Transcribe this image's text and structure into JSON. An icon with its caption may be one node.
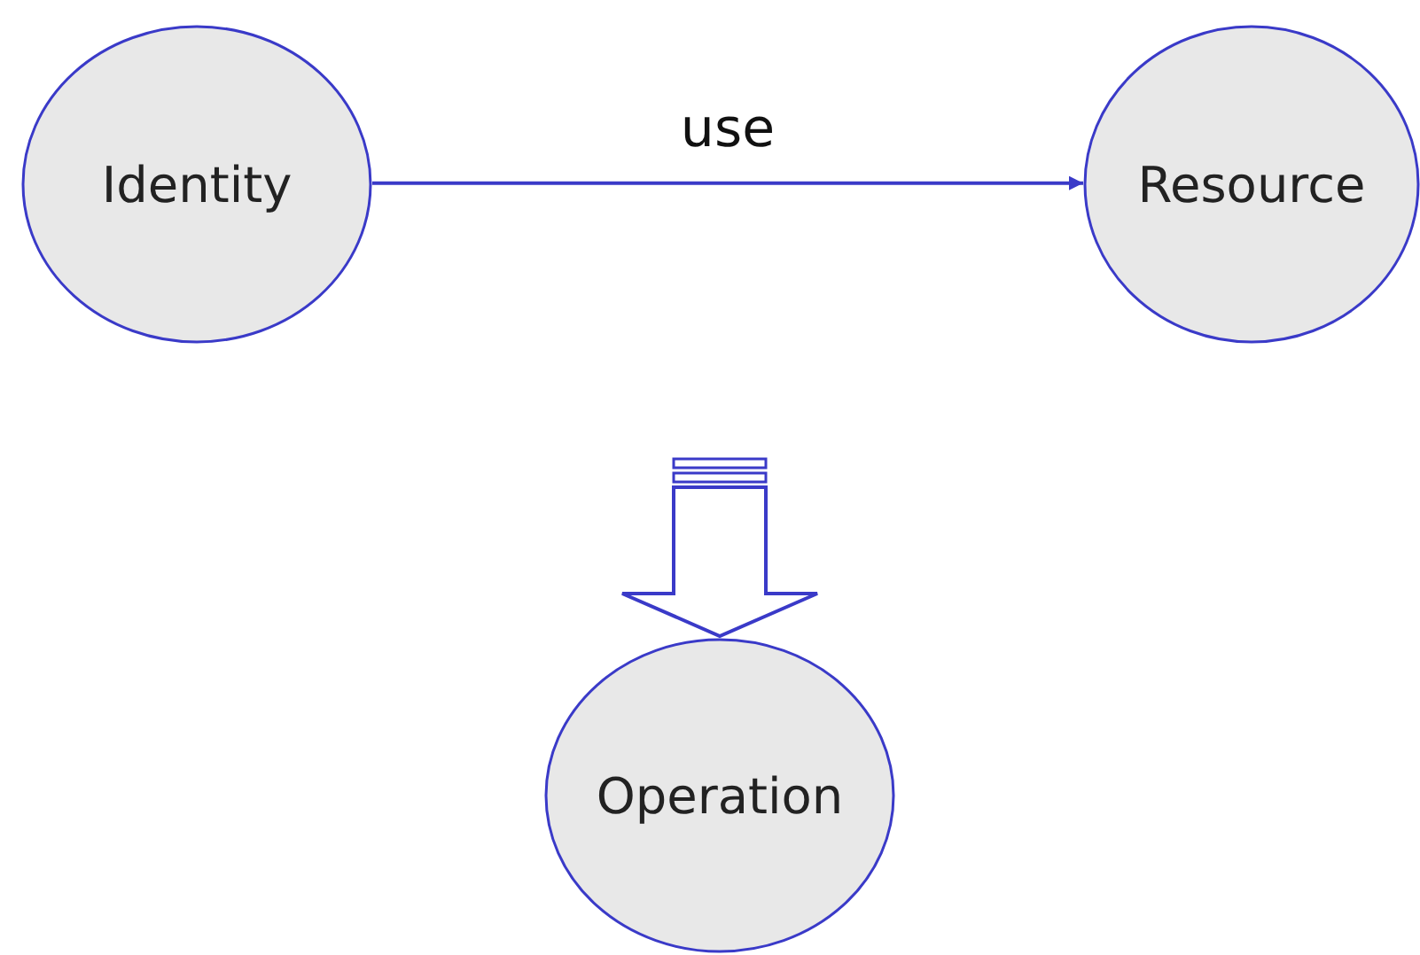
{
  "diagram": {
    "nodes": [
      {
        "text": [
          "Identity"
        ]
      },
      {
        "text": [
          "Resource"
        ]
      },
      {
        "text": [
          "Operation"
        ]
      }
    ],
    "edges": [
      {
        "from": 0,
        "to": 1,
        "arrow": "to",
        "label": "use"
      },
      {
        "from": null,
        "to": 2,
        "arrow": "to",
        "style": "thick"
      }
    ]
  }
}
